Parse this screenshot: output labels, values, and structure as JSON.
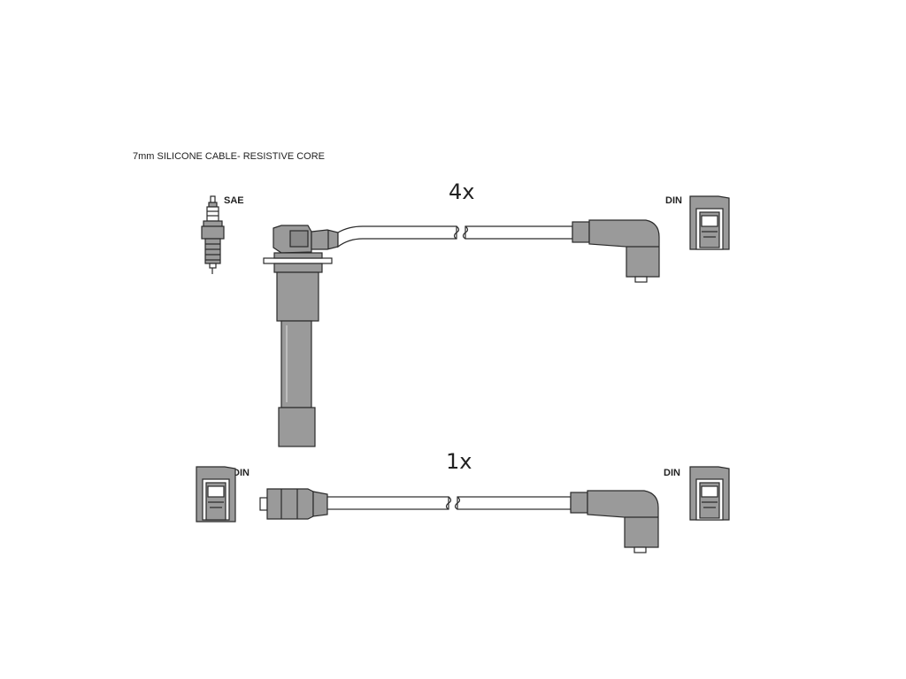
{
  "caption": "7mm SILICONE CABLE- RESISTIVE CORE",
  "lead_top": {
    "quantity": "4x"
  },
  "lead_bottom": {
    "quantity": "1x"
  },
  "labels": {
    "sae": "SAE",
    "din": "DIN"
  },
  "colors": {
    "part_fill": "#9a9a9a",
    "outline": "#2a2a2a",
    "cable_fill": "#ffffff"
  }
}
